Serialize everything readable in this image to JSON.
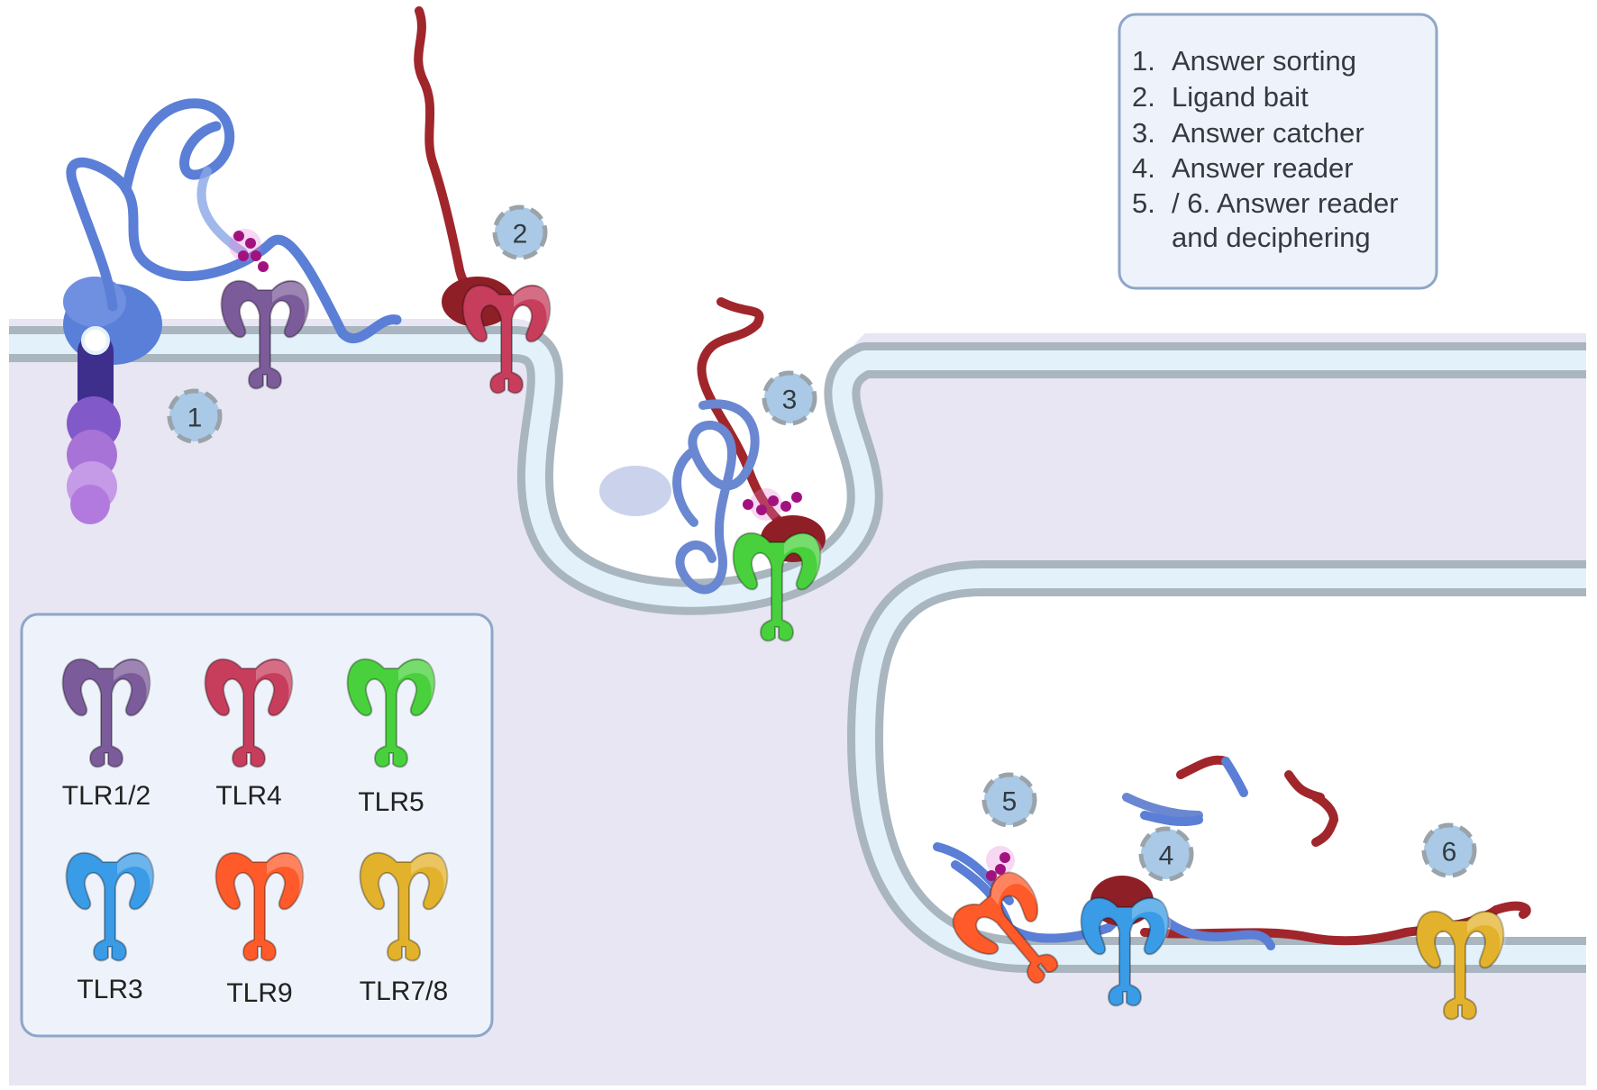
{
  "steps_box": {
    "items": [
      {
        "num": "1.",
        "text": "Answer sorting"
      },
      {
        "num": "2.",
        "text": "Ligand bait"
      },
      {
        "num": "3.",
        "text": "Answer catcher"
      },
      {
        "num": "4.",
        "text": "Answer reader"
      },
      {
        "num": "5.",
        "text": "/ 6. Answer reader"
      },
      {
        "num": "",
        "text": "and deciphering"
      }
    ]
  },
  "markers": [
    "1",
    "2",
    "3",
    "4",
    "5",
    "6"
  ],
  "legend": {
    "items": [
      {
        "label": "TLR1/2",
        "color": "#7b5b9a"
      },
      {
        "label": "TLR4",
        "color": "#c73d5c"
      },
      {
        "label": "TLR5",
        "color": "#48d13c"
      },
      {
        "label": "TLR3",
        "color": "#3a9be6"
      },
      {
        "label": "TLR9",
        "color": "#ff5a2a"
      },
      {
        "label": "TLR7/8",
        "color": "#e3b22c"
      }
    ]
  },
  "colors": {
    "cytoplasm": "#e7e6f2",
    "membrane_outer": "#a9b6bf",
    "membrane_inner": "#e3f1fb",
    "chain_blue": "#5b7fd6",
    "chain_red": "#a0262b",
    "ligand": "#a1127f",
    "marker": "#a9c9e6"
  }
}
